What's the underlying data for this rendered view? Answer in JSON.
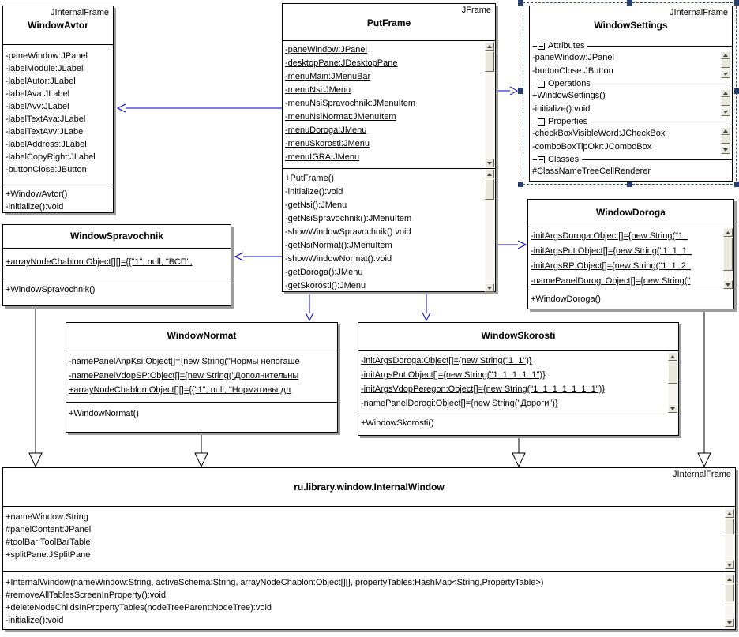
{
  "colors": {
    "connector_blue": "#0000cc",
    "selection_navy": "#2e4d7d",
    "shadow_gray": "#9d9d9d"
  },
  "classes": {
    "avtor": {
      "stereotype": "JInternalFrame",
      "title": "WindowAvtor",
      "attributes": [
        "-paneWindow:JPanel",
        "-labelModule:JLabel",
        "-labelAutor:JLabel",
        "-labelAva:JLabel",
        "-labelAvv:JLabel",
        "-labelTextAva:JLabel",
        "-labelTextAvv:JLabel",
        "-labelAddress:JLabel",
        "-labelCopyRight:JLabel",
        "-buttonClose:JButton"
      ],
      "operations": [
        "+WindowAvtor()",
        "-initialize():void"
      ]
    },
    "putframe": {
      "stereotype": "JFrame",
      "title": "PutFrame",
      "attributes": [
        "-paneWindow:JPanel",
        "-desktopPane:JDesktopPane",
        "-menuMain:JMenuBar",
        "-menuNsi:JMenu",
        "-menuNsiSpravochnik:JMenuItem",
        "-menuNsiNormat:JMenuItem",
        "-menuDoroga:JMenu",
        "-menuSkorosti:JMenu",
        "-menuIGRA:JMenu"
      ],
      "operations": [
        "+PutFrame()",
        "-initialize():void",
        "-getNsi():JMenu",
        "-getNsiSpravochnik():JMenuItem",
        "-showWindowSpravochnik():void",
        "-getNsiNormat():JMenuItem",
        "-showWindowNormat():void",
        "-getDoroga():JMenu",
        "-getSkorosti():JMenu"
      ]
    },
    "settings": {
      "stereotype": "JInternalFrame",
      "title": "WindowSettings",
      "groups": [
        {
          "label": "Attributes",
          "items": [
            "-paneWindow:JPanel",
            "-buttonClose:JButton"
          ]
        },
        {
          "label": "Operations",
          "items": [
            "+WindowSettings()",
            "-initialize():void"
          ]
        },
        {
          "label": "Properties",
          "items": [
            "-checkBoxVisibleWord:JCheckBox",
            "-comboBoxTipOkr:JComboBox"
          ]
        },
        {
          "label": "Classes",
          "items": [
            "#ClassNameTreeCellRenderer"
          ]
        }
      ]
    },
    "spravochnik": {
      "title": "WindowSpravochnik",
      "attributes": [
        "+arrayNodeChablon:Object[][]={{\"1\", null, \"ВСП\","
      ],
      "operations": [
        "+WindowSpravochnik()"
      ]
    },
    "doroga": {
      "title": "WindowDoroga",
      "attributes": [
        "-initArgsDoroga:Object[]={new String(\"1_",
        "-initArgsPut:Object[]={new String(\"1_1_1_",
        "-initArgsRP:Object[]={new String(\"1_1_2_",
        "-namePanelDorogi:Object[]={new String(\""
      ],
      "operations": [
        "+WindowDoroga()"
      ]
    },
    "normat": {
      "title": "WindowNormat",
      "attributes": [
        "-namePanelAnpKsi:Object[]={new String(\"Нормы непогаше",
        "-namePanelVdopSP:Object[]={new String(\"Дополнительны",
        "+arrayNodeChablon:Object[][]={{\"1\", null, \"Нормативы дл"
      ],
      "operations": [
        "+WindowNormat()"
      ]
    },
    "skorosti": {
      "title": "WindowSkorosti",
      "attributes": [
        "-initArgsDoroga:Object[]={new String(\"1_1\")}",
        "-initArgsPut:Object[]={new String(\"1_1_1_1_1\")}",
        "-initArgsVdopPeregon:Object[]={new String(\"1_1_1_1_1_1_1\")}",
        "-namePanelDorogi:Object[]={new String(\"Дороги\")}"
      ],
      "operations": [
        "+WindowSkorosti()"
      ]
    },
    "internal": {
      "stereotype": "JInternalFrame",
      "title": "ru.library.window.InternalWindow",
      "attributes": [
        "+nameWindow:String",
        "#panelContent:JPanel",
        "#toolBar:ToolBarTable",
        "+splitPane:JSplitPane"
      ],
      "operations": [
        "+InternalWindow(nameWindow:String, activeSchema:String, arrayNodeChablon:Object[][], propertyTables:HashMap<String,PropertyTable>)",
        "#removeAllTablesScreenInProperty():void",
        "+deleteNodeChildsInPropertyTables(nodeTreeParent:NodeTree):void",
        "-initialize():void"
      ]
    }
  }
}
